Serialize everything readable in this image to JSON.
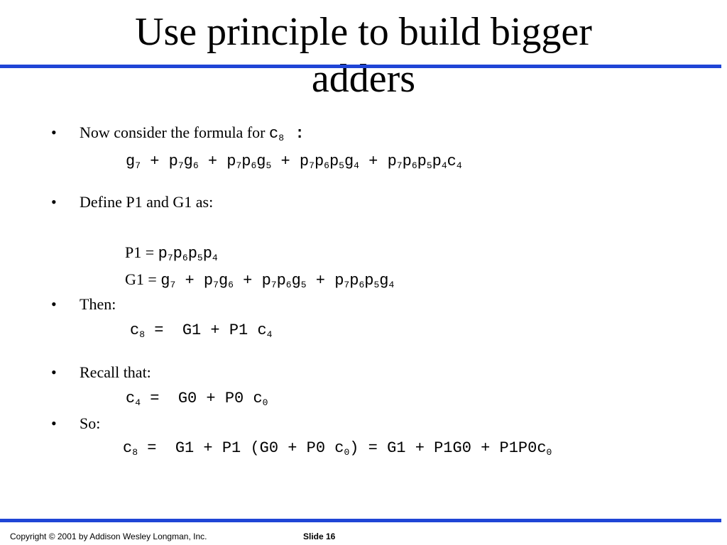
{
  "slide": {
    "title_line1": "Use principle to build bigger",
    "title_line2": "adders",
    "bullet_char": "•",
    "bullets": [
      {
        "text": "Now consider the formula for",
        "symbol": "c",
        "symbol_sub": "8",
        "suffix": ":"
      },
      {
        "text": "Define P1 and G1 as:"
      },
      {
        "text": "Then:"
      },
      {
        "text": "Recall that:"
      },
      {
        "text": "So:"
      }
    ],
    "formula1": {
      "terms": [
        {
          "v": "g",
          "s": "7"
        },
        {
          "op": " + "
        },
        {
          "v": "p",
          "s": "7"
        },
        {
          "v": "g",
          "s": "6"
        },
        {
          "op": " + "
        },
        {
          "v": "p",
          "s": "7"
        },
        {
          "v": "p",
          "s": "6"
        },
        {
          "v": "g",
          "s": "5"
        },
        {
          "op": " + "
        },
        {
          "v": "p",
          "s": "7"
        },
        {
          "v": "p",
          "s": "6"
        },
        {
          "v": "p",
          "s": "5"
        },
        {
          "v": "g",
          "s": "4"
        },
        {
          "op": " + "
        },
        {
          "v": "p",
          "s": "7"
        },
        {
          "v": "p",
          "s": "6"
        },
        {
          "v": "p",
          "s": "5"
        },
        {
          "v": "p",
          "s": "4"
        },
        {
          "v": "c",
          "s": "4"
        }
      ]
    },
    "p1_def": {
      "label": "P1 =",
      "terms": [
        {
          "v": "p",
          "s": "7"
        },
        {
          "v": "p",
          "s": "6"
        },
        {
          "v": "p",
          "s": "5"
        },
        {
          "v": "p",
          "s": "4"
        }
      ]
    },
    "g1_def": {
      "label": "G1 =",
      "terms": [
        {
          "v": "g",
          "s": "7"
        },
        {
          "op": " + "
        },
        {
          "v": "p",
          "s": "7"
        },
        {
          "v": "g",
          "s": "6"
        },
        {
          "op": " + "
        },
        {
          "v": "p",
          "s": "7"
        },
        {
          "v": "p",
          "s": "6"
        },
        {
          "v": "g",
          "s": "5"
        },
        {
          "op": " + "
        },
        {
          "v": "p",
          "s": "7"
        },
        {
          "v": "p",
          "s": "6"
        },
        {
          "v": "p",
          "s": "5"
        },
        {
          "v": "g",
          "s": "4"
        }
      ]
    },
    "then_eq": {
      "terms": [
        {
          "v": "c",
          "s": "8"
        },
        {
          "op": " =  G1 + P1 "
        },
        {
          "v": "c",
          "s": "4"
        }
      ]
    },
    "recall_eq": {
      "terms": [
        {
          "v": "c",
          "s": "4"
        },
        {
          "op": " =  G0 + P0 "
        },
        {
          "v": "c",
          "s": "0"
        }
      ]
    },
    "so_eq": {
      "terms": [
        {
          "v": "c",
          "s": "8"
        },
        {
          "op": " =  G1 + P1 (G0 + P0 "
        },
        {
          "v": "c",
          "s": "0"
        },
        {
          "op": ") = G1 + P1G0 + P1P0"
        },
        {
          "v": "c",
          "s": "0"
        }
      ]
    }
  },
  "footer": {
    "copyright": "Copyright © 2001 by Addison Wesley Longman, Inc.",
    "slide_number": "Slide 16"
  },
  "colors": {
    "rule": "#1f45d6"
  }
}
